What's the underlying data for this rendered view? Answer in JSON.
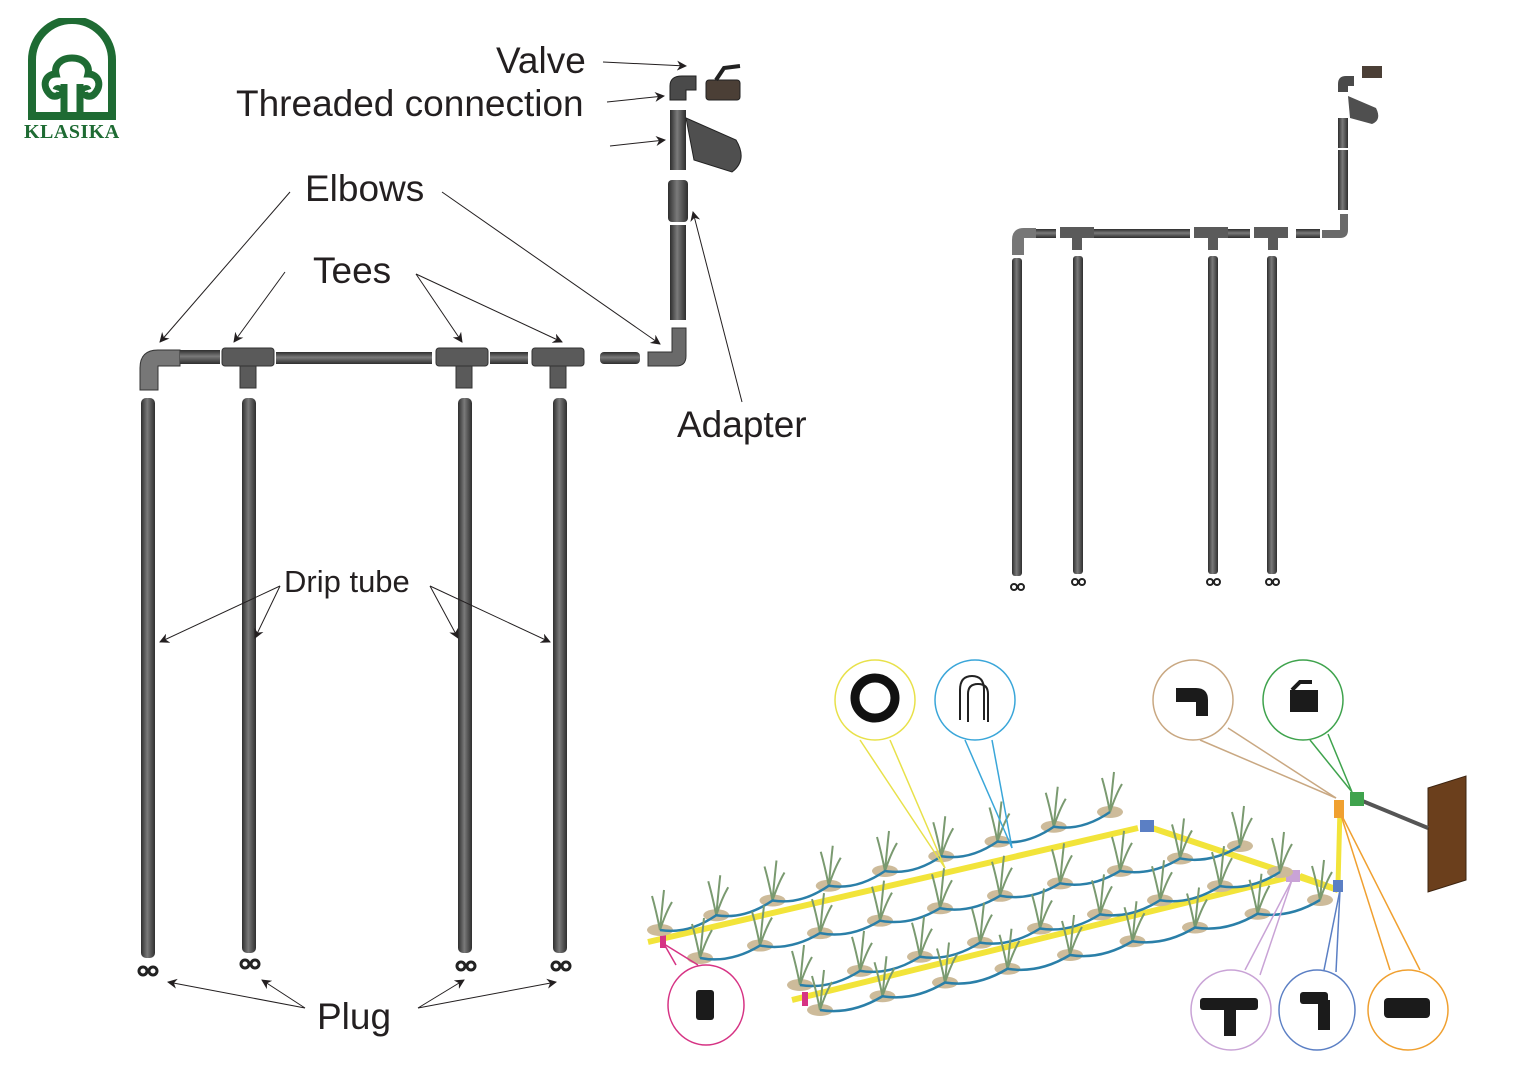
{
  "brand": {
    "name": "KLASIKA",
    "color": "#1e6b33",
    "icon": "tree-arch-logo"
  },
  "labels": {
    "valve": "Valve",
    "threaded_connection": "Threaded connection",
    "elbows": "Elbows",
    "tees": "Tees",
    "adapter": "Adapter",
    "drip_tube": "Drip tube",
    "plug": "Plug"
  },
  "diagram": {
    "exploded_view": {
      "drip_tube_count": 4,
      "tee_count": 3,
      "elbow_count": 2,
      "plug_count": 4,
      "components": [
        "valve",
        "threaded-connection",
        "filter",
        "adapter",
        "elbows",
        "tees",
        "drip-tubes",
        "plugs"
      ]
    },
    "assembled_view": {
      "drip_tube_count": 4
    },
    "field_illustration": {
      "callouts": [
        {
          "part": "drip-tube-coil",
          "color": "#e8e14a"
        },
        {
          "part": "ground-stakes",
          "color": "#3aa6d9"
        },
        {
          "part": "threaded-elbow",
          "color": "#c9a882"
        },
        {
          "part": "ball-valve",
          "color": "#3fa34d"
        },
        {
          "part": "end-plug",
          "color": "#d63384"
        },
        {
          "part": "tee-connector",
          "color": "#c9a3d6"
        },
        {
          "part": "elbow-connector",
          "color": "#5b7fc4"
        },
        {
          "part": "adapter-connector",
          "color": "#f0a030"
        }
      ],
      "main_line_color": "#f2e43a",
      "drip_line_color": "#2a7fa8",
      "soil_color": "#cdbb9a",
      "wall_color": "#6b3f1c"
    }
  },
  "colors": {
    "pipe": "#4a4a4a",
    "text": "#231f20"
  }
}
